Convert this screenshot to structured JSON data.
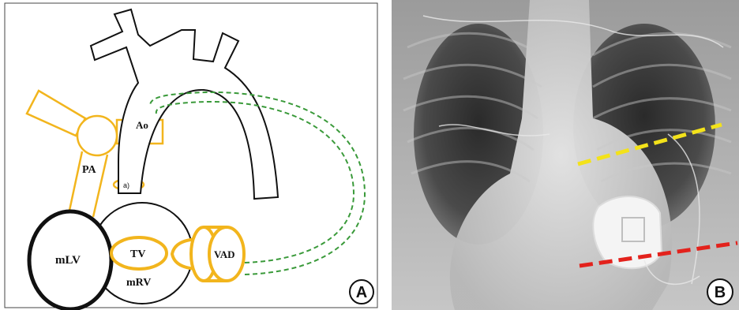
{
  "panel_a": {
    "labels": {
      "aorta": "Ao",
      "pulmonary_artery": "PA",
      "annotation": "a)",
      "morphologic_left_ventricle": "mLV",
      "tricuspid_valve": "TV",
      "morphologic_right_ventricle": "mRV",
      "vad": "VAD"
    },
    "badge": "A"
  },
  "panel_b": {
    "badge": "B"
  },
  "colors": {
    "outline": "#111111",
    "yellow_structure": "#f2b51d",
    "green_graft": "#3a9a3a",
    "yellow_line": "#f3e21a",
    "red_line": "#e3221c"
  }
}
